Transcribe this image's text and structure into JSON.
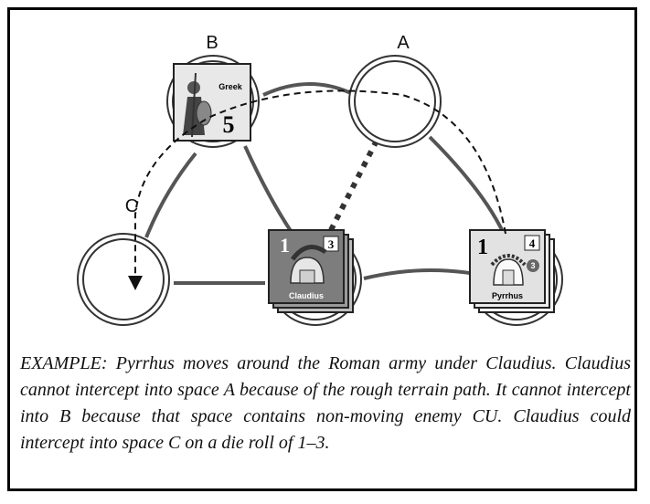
{
  "spaces": {
    "a": "A",
    "b": "B",
    "c": "C"
  },
  "counters": {
    "greek": {
      "name": "Greek",
      "value": "5"
    },
    "claudius": {
      "name": "Claudius",
      "strength": "1",
      "rating": "3"
    },
    "pyrrhus": {
      "name": "Pyrrhus",
      "strength": "1",
      "rating": "4",
      "badge": "3"
    }
  },
  "caption": "EXAMPLE: Pyrrhus moves around the Roman army under Claudius. Claudius cannot intercept into space A because of the rough terrain path. It cannot intercept into B because that space contains non-moving enemy CU. Claudius could intercept into space C on a die roll of 1–3."
}
